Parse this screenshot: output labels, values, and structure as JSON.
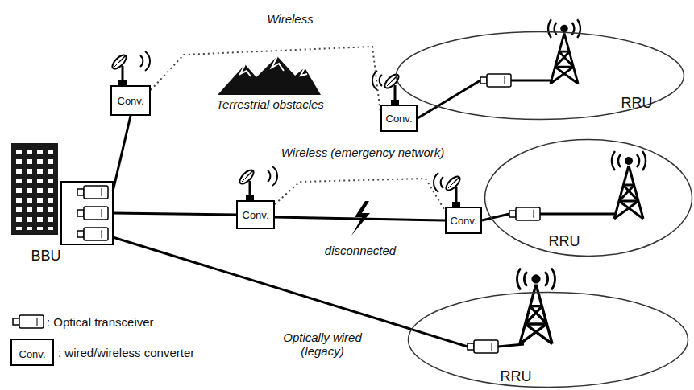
{
  "diagram": {
    "nodes": [
      {
        "text": [
          "BBU"
        ]
      },
      {
        "text": [
          "Conv."
        ]
      },
      {
        "text": [
          "Conv."
        ]
      },
      {
        "text": [
          "RRU"
        ]
      },
      {
        "text": [
          "Conv."
        ]
      },
      {
        "text": [
          "Conv."
        ]
      },
      {
        "text": [
          "RRU"
        ]
      },
      {
        "text": [
          "RRU"
        ]
      }
    ],
    "edges": [
      {
        "from": 0,
        "to": 1,
        "arrow": "none"
      },
      {
        "from": 1,
        "to": 2,
        "label": "Wireless",
        "arrow": "none"
      },
      {
        "from": 2,
        "to": 3,
        "arrow": "none"
      },
      {
        "from": 0,
        "to": 4,
        "arrow": "none"
      },
      {
        "from": 4,
        "to": 5,
        "label": "disconnected",
        "arrow": "none"
      },
      {
        "from": 4,
        "to": 5,
        "label": "Wireless (emergency network)",
        "arrow": "none"
      },
      {
        "from": 5,
        "to": 6,
        "arrow": "none"
      },
      {
        "from": 0,
        "to": 7,
        "label": "Optically wired (legacy)",
        "arrow": "none"
      }
    ],
    "labels": [
      "Terrestrial obstacles",
      "Conv."
    ],
    "legend": [
      {
        "text": ": Optical transceiver"
      },
      {
        "text": ": wired/wireless converter"
      }
    ]
  }
}
